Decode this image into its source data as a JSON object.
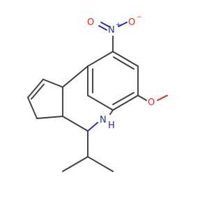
{
  "molecule": {
    "atoms": {
      "nitro_n": "N",
      "nitro_n_charge": "+",
      "nitro_o_left": "O",
      "nitro_o_right": "O",
      "nitro_o_charge": "−",
      "methoxy_o": "O",
      "amine_n": "N",
      "amine_h": "H"
    },
    "colors": {
      "bond": "#3c3c3c",
      "oxygen": "#e8261c",
      "nitrogen": "#2a2aa8"
    }
  }
}
